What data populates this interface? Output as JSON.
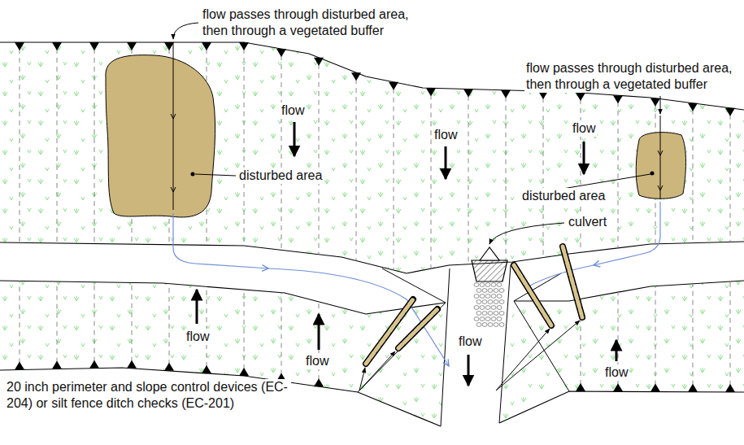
{
  "diagram": {
    "labels": [
      "flow passes through disturbed area, then through a vegetated buffer",
      "flow passes through disturbed area, then through a vegetated buffer",
      "flow",
      "flow",
      "flow",
      "disturbed area",
      "disturbed area",
      "culvert",
      "flow",
      "flow",
      "flow",
      "flow",
      "20 inch perimeter and slope control devices (EC-204) or silt fence ditch checks (EC-201)"
    ]
  }
}
